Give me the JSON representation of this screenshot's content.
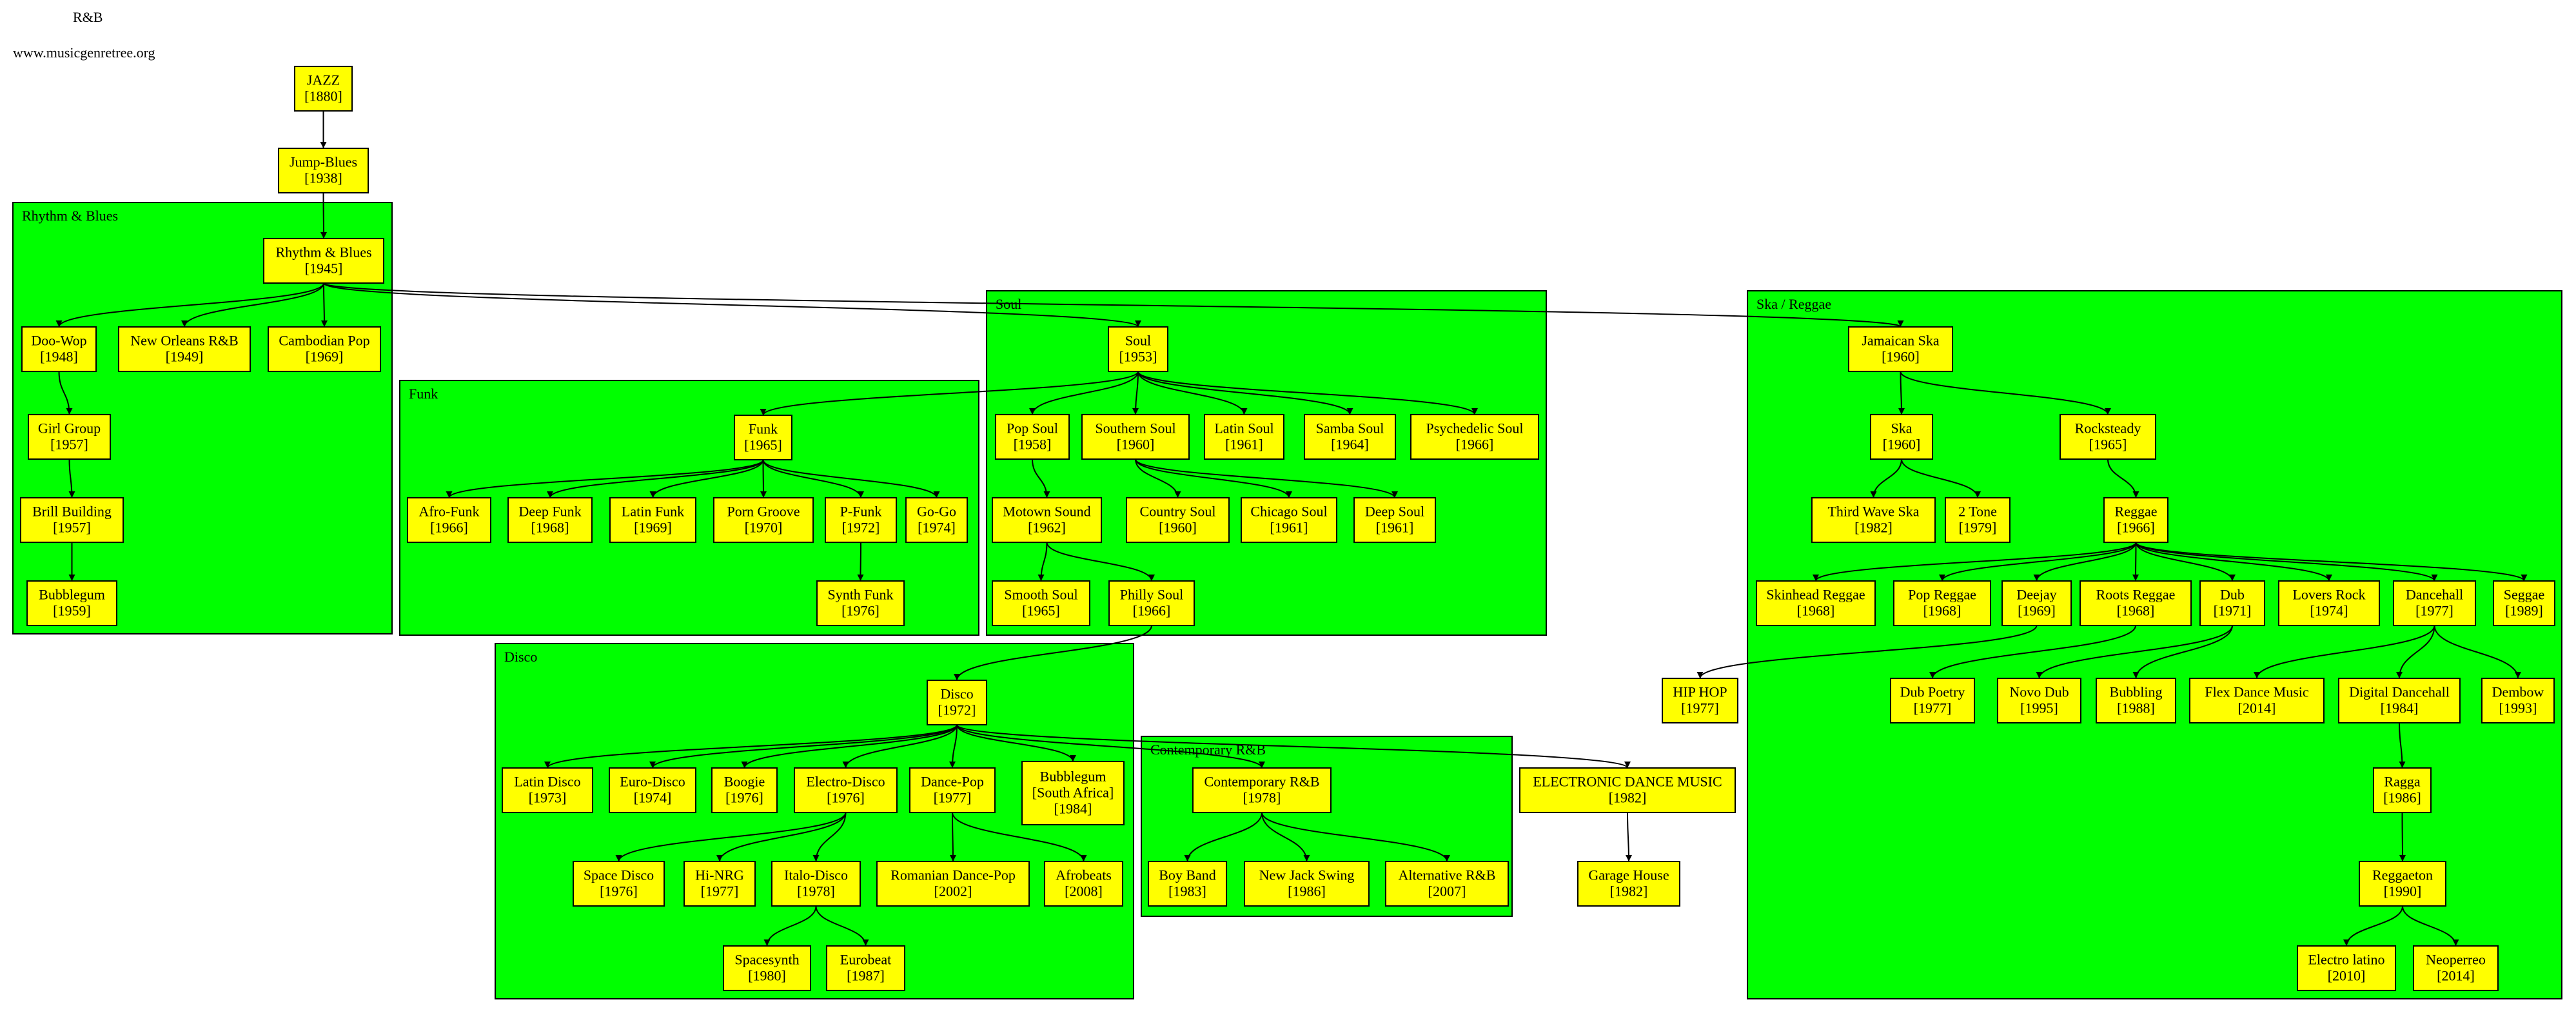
{
  "header": {
    "title": "R&B",
    "site": "www.musicgenretree.org"
  },
  "colors": {
    "node_fill": "#ffff00",
    "cluster_fill": "#00ff00",
    "stroke": "#000000",
    "background": "#ffffff"
  },
  "clusters": [
    {
      "id": "rnb",
      "label": "Rhythm & Blues"
    },
    {
      "id": "funk",
      "label": "Funk"
    },
    {
      "id": "soul",
      "label": "Soul"
    },
    {
      "id": "ska",
      "label": "Ska / Reggae"
    },
    {
      "id": "disco",
      "label": "Disco"
    },
    {
      "id": "crnb",
      "label": "Contemporary R&B"
    }
  ],
  "nodes": [
    {
      "id": "jazz",
      "lines": [
        "JAZZ",
        "[1880]"
      ]
    },
    {
      "id": "jumpblues",
      "lines": [
        "Jump-Blues",
        "[1938]"
      ]
    },
    {
      "id": "rhythmblues",
      "lines": [
        "Rhythm & Blues",
        "[1945]"
      ]
    },
    {
      "id": "doowop",
      "lines": [
        "Doo-Wop",
        "[1948]"
      ]
    },
    {
      "id": "neworleans",
      "lines": [
        "New Orleans R&B",
        "[1949]"
      ]
    },
    {
      "id": "cambodian",
      "lines": [
        "Cambodian Pop",
        "[1969]"
      ]
    },
    {
      "id": "girlgroup",
      "lines": [
        "Girl Group",
        "[1957]"
      ]
    },
    {
      "id": "brill",
      "lines": [
        "Brill Building",
        "[1957]"
      ]
    },
    {
      "id": "bubblegum",
      "lines": [
        "Bubblegum",
        "[1959]"
      ]
    },
    {
      "id": "funk",
      "lines": [
        "Funk",
        "[1965]"
      ]
    },
    {
      "id": "afrofunk",
      "lines": [
        "Afro-Funk",
        "[1966]"
      ]
    },
    {
      "id": "deepfunk",
      "lines": [
        "Deep Funk",
        "[1968]"
      ]
    },
    {
      "id": "latinfunk",
      "lines": [
        "Latin Funk",
        "[1969]"
      ]
    },
    {
      "id": "porngroove",
      "lines": [
        "Porn Groove",
        "[1970]"
      ]
    },
    {
      "id": "pfunk",
      "lines": [
        "P-Funk",
        "[1972]"
      ]
    },
    {
      "id": "gogo",
      "lines": [
        "Go-Go",
        "[1974]"
      ]
    },
    {
      "id": "synthfunk",
      "lines": [
        "Synth Funk",
        "[1976]"
      ]
    },
    {
      "id": "soul",
      "lines": [
        "Soul",
        "[1953]"
      ]
    },
    {
      "id": "popsoul",
      "lines": [
        "Pop Soul",
        "[1958]"
      ]
    },
    {
      "id": "southernsoul",
      "lines": [
        "Southern Soul",
        "[1960]"
      ]
    },
    {
      "id": "latinsoul",
      "lines": [
        "Latin Soul",
        "[1961]"
      ]
    },
    {
      "id": "sambasoul",
      "lines": [
        "Samba Soul",
        "[1964]"
      ]
    },
    {
      "id": "psychsoul",
      "lines": [
        "Psychedelic Soul",
        "[1966]"
      ]
    },
    {
      "id": "motown",
      "lines": [
        "Motown Sound",
        "[1962]"
      ]
    },
    {
      "id": "countrysoul",
      "lines": [
        "Country Soul",
        "[1960]"
      ]
    },
    {
      "id": "chicagosoul",
      "lines": [
        "Chicago Soul",
        "[1961]"
      ]
    },
    {
      "id": "deepsoul",
      "lines": [
        "Deep Soul",
        "[1961]"
      ]
    },
    {
      "id": "smoothsoul",
      "lines": [
        "Smooth Soul",
        "[1965]"
      ]
    },
    {
      "id": "phillysoul",
      "lines": [
        "Philly Soul",
        "[1966]"
      ]
    },
    {
      "id": "disco",
      "lines": [
        "Disco",
        "[1972]"
      ]
    },
    {
      "id": "latindisco",
      "lines": [
        "Latin Disco",
        "[1973]"
      ]
    },
    {
      "id": "eurodisco",
      "lines": [
        "Euro-Disco",
        "[1974]"
      ]
    },
    {
      "id": "boogie",
      "lines": [
        "Boogie",
        "[1976]"
      ]
    },
    {
      "id": "electrodisco",
      "lines": [
        "Electro-Disco",
        "[1976]"
      ]
    },
    {
      "id": "dancepop",
      "lines": [
        "Dance-Pop",
        "[1977]"
      ]
    },
    {
      "id": "bubblegumsa",
      "lines": [
        "Bubblegum",
        "[South Africa]",
        "[1984]"
      ]
    },
    {
      "id": "spacedisco",
      "lines": [
        "Space Disco",
        "[1976]"
      ]
    },
    {
      "id": "hinrg",
      "lines": [
        "Hi-NRG",
        "[1977]"
      ]
    },
    {
      "id": "italodisco",
      "lines": [
        "Italo-Disco",
        "[1978]"
      ]
    },
    {
      "id": "romanian",
      "lines": [
        "Romanian Dance-Pop",
        "[2002]"
      ]
    },
    {
      "id": "afrobeats",
      "lines": [
        "Afrobeats",
        "[2008]"
      ]
    },
    {
      "id": "spacesynth",
      "lines": [
        "Spacesynth",
        "[1980]"
      ]
    },
    {
      "id": "eurobeat",
      "lines": [
        "Eurobeat",
        "[1987]"
      ]
    },
    {
      "id": "contrnb",
      "lines": [
        "Contemporary R&B",
        "[1978]"
      ]
    },
    {
      "id": "boyband",
      "lines": [
        "Boy Band",
        "[1983]"
      ]
    },
    {
      "id": "newjack",
      "lines": [
        "New Jack Swing",
        "[1986]"
      ]
    },
    {
      "id": "altrnb",
      "lines": [
        "Alternative R&B",
        "[2007]"
      ]
    },
    {
      "id": "edm",
      "lines": [
        "ELECTRONIC DANCE MUSIC",
        "[1982]"
      ]
    },
    {
      "id": "garagehouse",
      "lines": [
        "Garage House",
        "[1982]"
      ]
    },
    {
      "id": "hiphop",
      "lines": [
        "HIP HOP",
        "[1977]"
      ]
    },
    {
      "id": "jamaicanska",
      "lines": [
        "Jamaican Ska",
        "[1960]"
      ]
    },
    {
      "id": "ska",
      "lines": [
        "Ska",
        "[1960]"
      ]
    },
    {
      "id": "rocksteady",
      "lines": [
        "Rocksteady",
        "[1965]"
      ]
    },
    {
      "id": "thirdwave",
      "lines": [
        "Third Wave Ska",
        "[1982]"
      ]
    },
    {
      "id": "twotone",
      "lines": [
        "2 Tone",
        "[1979]"
      ]
    },
    {
      "id": "reggae",
      "lines": [
        "Reggae",
        "[1966]"
      ]
    },
    {
      "id": "skinhead",
      "lines": [
        "Skinhead Reggae",
        "[1968]"
      ]
    },
    {
      "id": "popreggae",
      "lines": [
        "Pop Reggae",
        "[1968]"
      ]
    },
    {
      "id": "deejay",
      "lines": [
        "Deejay",
        "[1969]"
      ]
    },
    {
      "id": "roots",
      "lines": [
        "Roots Reggae",
        "[1968]"
      ]
    },
    {
      "id": "dub",
      "lines": [
        "Dub",
        "[1971]"
      ]
    },
    {
      "id": "loversrock",
      "lines": [
        "Lovers Rock",
        "[1974]"
      ]
    },
    {
      "id": "dancehall",
      "lines": [
        "Dancehall",
        "[1977]"
      ]
    },
    {
      "id": "seggae",
      "lines": [
        "Seggae",
        "[1989]"
      ]
    },
    {
      "id": "dubpoetry",
      "lines": [
        "Dub Poetry",
        "[1977]"
      ]
    },
    {
      "id": "novodub",
      "lines": [
        "Novo Dub",
        "[1995]"
      ]
    },
    {
      "id": "bubbling",
      "lines": [
        "Bubbling",
        "[1988]"
      ]
    },
    {
      "id": "flexdance",
      "lines": [
        "Flex Dance Music",
        "[2014]"
      ]
    },
    {
      "id": "digitaldh",
      "lines": [
        "Digital Dancehall",
        "[1984]"
      ]
    },
    {
      "id": "dembow",
      "lines": [
        "Dembow",
        "[1993]"
      ]
    },
    {
      "id": "ragga",
      "lines": [
        "Ragga",
        "[1986]"
      ]
    },
    {
      "id": "reggaeton",
      "lines": [
        "Reggaeton",
        "[1990]"
      ]
    },
    {
      "id": "electrolatino",
      "lines": [
        "Electro latino",
        "[2010]"
      ]
    },
    {
      "id": "neoperreo",
      "lines": [
        "Neoperreo",
        "[2014]"
      ]
    }
  ],
  "edges": [
    [
      "jazz",
      "jumpblues"
    ],
    [
      "jumpblues",
      "rhythmblues"
    ],
    [
      "rhythmblues",
      "doowop"
    ],
    [
      "rhythmblues",
      "neworleans"
    ],
    [
      "rhythmblues",
      "cambodian"
    ],
    [
      "rhythmblues",
      "soul"
    ],
    [
      "rhythmblues",
      "jamaicanska"
    ],
    [
      "doowop",
      "girlgroup"
    ],
    [
      "girlgroup",
      "brill"
    ],
    [
      "brill",
      "bubblegum"
    ],
    [
      "soul",
      "funk"
    ],
    [
      "soul",
      "popsoul"
    ],
    [
      "soul",
      "southernsoul"
    ],
    [
      "soul",
      "latinsoul"
    ],
    [
      "soul",
      "sambasoul"
    ],
    [
      "soul",
      "psychsoul"
    ],
    [
      "funk",
      "afrofunk"
    ],
    [
      "funk",
      "deepfunk"
    ],
    [
      "funk",
      "latinfunk"
    ],
    [
      "funk",
      "porngroove"
    ],
    [
      "funk",
      "pfunk"
    ],
    [
      "funk",
      "gogo"
    ],
    [
      "pfunk",
      "synthfunk"
    ],
    [
      "popsoul",
      "motown"
    ],
    [
      "southernsoul",
      "countrysoul"
    ],
    [
      "southernsoul",
      "chicagosoul"
    ],
    [
      "southernsoul",
      "deepsoul"
    ],
    [
      "motown",
      "smoothsoul"
    ],
    [
      "motown",
      "phillysoul"
    ],
    [
      "phillysoul",
      "disco"
    ],
    [
      "disco",
      "latindisco"
    ],
    [
      "disco",
      "eurodisco"
    ],
    [
      "disco",
      "boogie"
    ],
    [
      "disco",
      "electrodisco"
    ],
    [
      "disco",
      "dancepop"
    ],
    [
      "disco",
      "bubblegumsa"
    ],
    [
      "disco",
      "contrnb"
    ],
    [
      "disco",
      "edm"
    ],
    [
      "electrodisco",
      "spacedisco"
    ],
    [
      "electrodisco",
      "hinrg"
    ],
    [
      "electrodisco",
      "italodisco"
    ],
    [
      "dancepop",
      "romanian"
    ],
    [
      "dancepop",
      "afrobeats"
    ],
    [
      "italodisco",
      "spacesynth"
    ],
    [
      "italodisco",
      "eurobeat"
    ],
    [
      "contrnb",
      "boyband"
    ],
    [
      "contrnb",
      "newjack"
    ],
    [
      "contrnb",
      "altrnb"
    ],
    [
      "edm",
      "garagehouse"
    ],
    [
      "jamaicanska",
      "ska"
    ],
    [
      "jamaicanska",
      "rocksteady"
    ],
    [
      "ska",
      "thirdwave"
    ],
    [
      "ska",
      "twotone"
    ],
    [
      "rocksteady",
      "reggae"
    ],
    [
      "reggae",
      "skinhead"
    ],
    [
      "reggae",
      "popreggae"
    ],
    [
      "reggae",
      "deejay"
    ],
    [
      "reggae",
      "roots"
    ],
    [
      "reggae",
      "dub"
    ],
    [
      "reggae",
      "loversrock"
    ],
    [
      "reggae",
      "dancehall"
    ],
    [
      "reggae",
      "seggae"
    ],
    [
      "deejay",
      "hiphop"
    ],
    [
      "roots",
      "dubpoetry"
    ],
    [
      "dub",
      "novodub"
    ],
    [
      "dub",
      "bubbling"
    ],
    [
      "dancehall",
      "flexdance"
    ],
    [
      "dancehall",
      "digitaldh"
    ],
    [
      "dancehall",
      "dembow"
    ],
    [
      "digitaldh",
      "ragga"
    ],
    [
      "ragga",
      "reggaeton"
    ],
    [
      "reggaeton",
      "electrolatino"
    ],
    [
      "reggaeton",
      "neoperreo"
    ]
  ]
}
